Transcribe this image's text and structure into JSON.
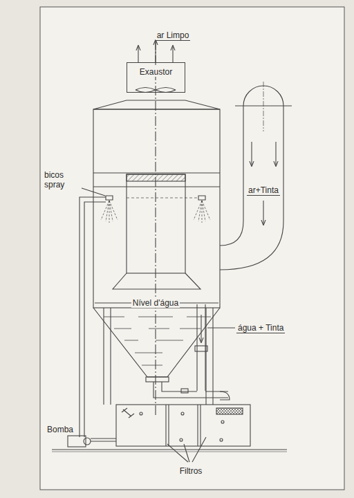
{
  "diagram": {
    "nodes": [
      {
        "text": [
          "Exaustor"
        ]
      },
      {
        "text": [
          "ar+Tinta"
        ]
      }
    ],
    "labels": [
      "ar Limpo",
      "bicos spray",
      "Nível d'água",
      "água + Tinta",
      "Bomba",
      "Filtros"
    ]
  }
}
